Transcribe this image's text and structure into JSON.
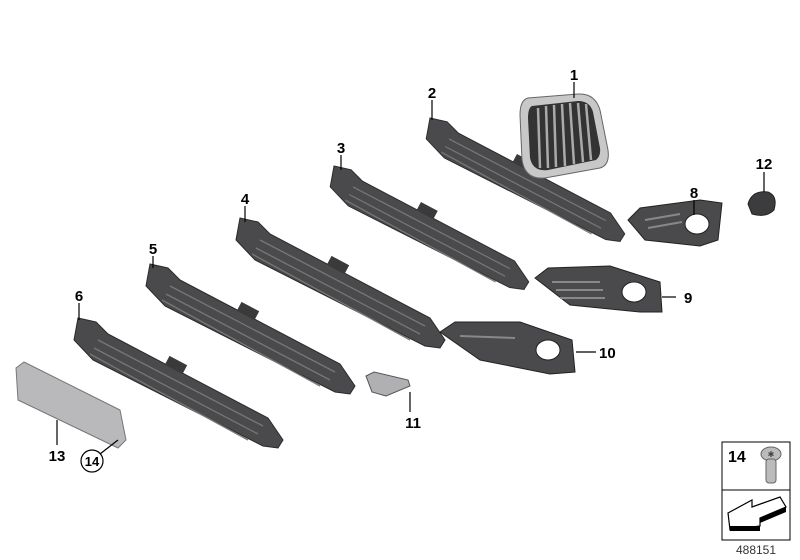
{
  "diagram": {
    "callouts": [
      "1",
      "2",
      "3",
      "4",
      "5",
      "6",
      "8",
      "9",
      "10",
      "11",
      "12",
      "13",
      "14"
    ],
    "circled_callout": "14",
    "legend_box": {
      "part_number": "14"
    },
    "image_number": "488151"
  },
  "colors": {
    "part_dark": "#4a4a4c",
    "part_light": "#b9b9bb",
    "chrome": "#c8c8c8"
  }
}
